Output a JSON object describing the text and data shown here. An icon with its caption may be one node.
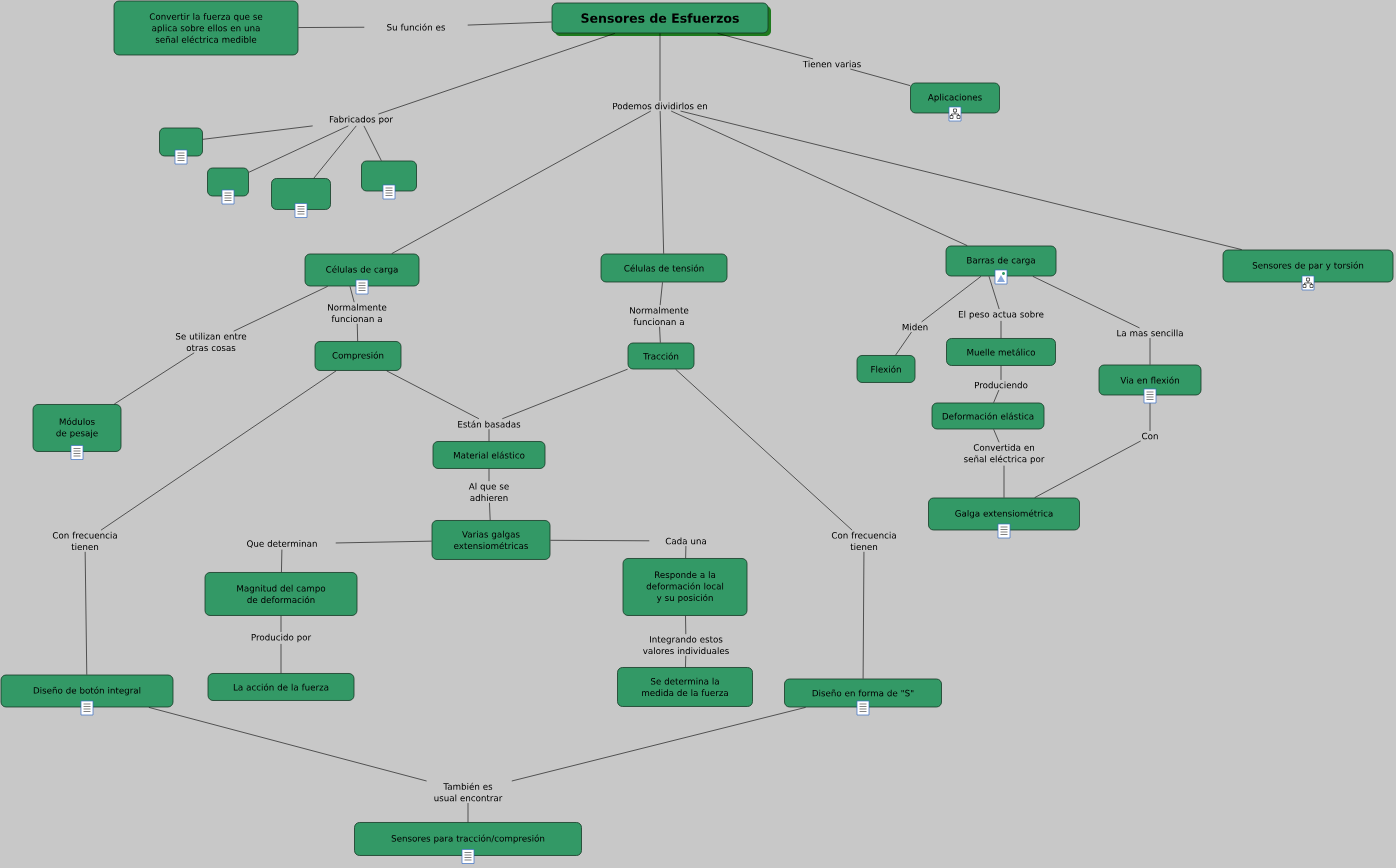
{
  "diagram": {
    "nodes": [
      {
        "text": [
          "Sensores de Esfuerzos"
        ]
      },
      {
        "text": [
          "Convertir la fuerza que se aplica sobre ellos en una señal eléctrica medible"
        ]
      },
      {
        "text": [
          "Su función es"
        ]
      },
      {
        "text": [
          "Tienen varias"
        ]
      },
      {
        "text": [
          "Aplicaciones"
        ]
      },
      {
        "text": [
          "Fabricados por"
        ]
      },
      {
        "text": [
          "Podemos dividirlos en"
        ]
      },
      {
        "text": [],
        "shape": "box"
      },
      {
        "text": [],
        "shape": "box"
      },
      {
        "text": [],
        "shape": "box"
      },
      {
        "text": [],
        "shape": "box"
      },
      {
        "text": [
          "Células de carga"
        ]
      },
      {
        "text": [
          "Células de tensión"
        ]
      },
      {
        "text": [
          "Barras de carga"
        ]
      },
      {
        "text": [
          "Sensores de par y torsión"
        ]
      },
      {
        "text": [
          "Normalmente funcionan a"
        ]
      },
      {
        "text": [
          "Se utilizan entre otras cosas"
        ]
      },
      {
        "text": [
          "Normalmente funcionan a"
        ]
      },
      {
        "text": [
          "Miden"
        ]
      },
      {
        "text": [
          "El peso actua sobre"
        ]
      },
      {
        "text": [
          "La mas sencilla"
        ]
      },
      {
        "text": [
          "Compresión"
        ]
      },
      {
        "text": [
          "Tracción"
        ]
      },
      {
        "text": [
          "Flexión"
        ]
      },
      {
        "text": [
          "Muelle metálico"
        ]
      },
      {
        "text": [
          "Via en flexión"
        ]
      },
      {
        "text": [
          "Módulos de pesaje"
        ]
      },
      {
        "text": [
          "Produciendo"
        ]
      },
      {
        "text": [
          "Deformación elástica"
        ]
      },
      {
        "text": [
          "Están basadas"
        ]
      },
      {
        "text": [
          "Material elástico"
        ]
      },
      {
        "text": [
          "Con"
        ]
      },
      {
        "text": [
          "Convertida en señal eléctrica por"
        ]
      },
      {
        "text": [
          "Al que se adhieren"
        ]
      },
      {
        "text": [
          "Galga extensiométrica"
        ]
      },
      {
        "text": [
          "Varias galgas extensiométricas"
        ]
      },
      {
        "text": [
          "Con frecuencia tienen"
        ]
      },
      {
        "text": [
          "Que determinan"
        ]
      },
      {
        "text": [
          "Cada una"
        ]
      },
      {
        "text": [
          "Con frecuencia tienen"
        ]
      },
      {
        "text": [
          "Magnitud del campo de deformación"
        ]
      },
      {
        "text": [
          "Responde a la deformación local y su posición"
        ]
      },
      {
        "text": [
          "Producido por"
        ]
      },
      {
        "text": [
          "Integrando estos valores individuales"
        ]
      },
      {
        "text": [
          "Diseño de botón integral"
        ]
      },
      {
        "text": [
          "La acción de la fuerza"
        ]
      },
      {
        "text": [
          "Se determina la medida de la fuerza"
        ]
      },
      {
        "text": [
          "Diseño en forma de \"S\""
        ]
      },
      {
        "text": [
          "También es usual encontrar"
        ]
      },
      {
        "text": [
          "Sensores para tracción/compresión"
        ]
      }
    ],
    "edges": [
      {
        "from": 0,
        "to": 2,
        "arrow": "none"
      },
      {
        "from": 2,
        "to": 1,
        "arrow": "none"
      },
      {
        "from": 0,
        "to": 3,
        "arrow": "none"
      },
      {
        "from": 3,
        "to": 4,
        "arrow": "none"
      },
      {
        "from": 0,
        "to": 5,
        "arrow": "none"
      },
      {
        "from": 5,
        "to": 7,
        "arrow": "none"
      },
      {
        "from": 5,
        "to": 8,
        "arrow": "none"
      },
      {
        "from": 5,
        "to": 9,
        "arrow": "none"
      },
      {
        "from": 5,
        "to": 10,
        "arrow": "none"
      },
      {
        "from": 0,
        "to": 6,
        "arrow": "none"
      },
      {
        "from": 6,
        "to": 11,
        "arrow": "none"
      },
      {
        "from": 6,
        "to": 12,
        "arrow": "none"
      },
      {
        "from": 6,
        "to": 13,
        "arrow": "none"
      },
      {
        "from": 6,
        "to": 14,
        "arrow": "none"
      },
      {
        "from": 11,
        "to": 15,
        "arrow": "none"
      },
      {
        "from": 15,
        "to": 21,
        "arrow": "none"
      },
      {
        "from": 11,
        "to": 16,
        "arrow": "none"
      },
      {
        "from": 16,
        "to": 26,
        "arrow": "none"
      },
      {
        "from": 12,
        "to": 17,
        "arrow": "none"
      },
      {
        "from": 17,
        "to": 22,
        "arrow": "none"
      },
      {
        "from": 13,
        "to": 18,
        "arrow": "none"
      },
      {
        "from": 18,
        "to": 23,
        "arrow": "none"
      },
      {
        "from": 13,
        "to": 19,
        "arrow": "none"
      },
      {
        "from": 19,
        "to": 24,
        "arrow": "none"
      },
      {
        "from": 13,
        "to": 20,
        "arrow": "none"
      },
      {
        "from": 20,
        "to": 25,
        "arrow": "none"
      },
      {
        "from": 24,
        "to": 27,
        "arrow": "none"
      },
      {
        "from": 27,
        "to": 28,
        "arrow": "none"
      },
      {
        "from": 28,
        "to": 32,
        "arrow": "none"
      },
      {
        "from": 32,
        "to": 34,
        "arrow": "none"
      },
      {
        "from": 25,
        "to": 31,
        "arrow": "none"
      },
      {
        "from": 31,
        "to": 34,
        "arrow": "none"
      },
      {
        "from": 21,
        "to": 29,
        "arrow": "none"
      },
      {
        "from": 22,
        "to": 29,
        "arrow": "none"
      },
      {
        "from": 29,
        "to": 30,
        "arrow": "none"
      },
      {
        "from": 30,
        "to": 33,
        "arrow": "none"
      },
      {
        "from": 33,
        "to": 35,
        "arrow": "none"
      },
      {
        "from": 21,
        "to": 36,
        "arrow": "none"
      },
      {
        "from": 36,
        "to": 44,
        "arrow": "none"
      },
      {
        "from": 22,
        "to": 39,
        "arrow": "none"
      },
      {
        "from": 39,
        "to": 47,
        "arrow": "none"
      },
      {
        "from": 35,
        "to": 37,
        "arrow": "none"
      },
      {
        "from": 37,
        "to": 40,
        "arrow": "none"
      },
      {
        "from": 35,
        "to": 38,
        "arrow": "none"
      },
      {
        "from": 38,
        "to": 41,
        "arrow": "none"
      },
      {
        "from": 40,
        "to": 42,
        "arrow": "none"
      },
      {
        "from": 42,
        "to": 45,
        "arrow": "none"
      },
      {
        "from": 41,
        "to": 43,
        "arrow": "none"
      },
      {
        "from": 43,
        "to": 46,
        "arrow": "none"
      },
      {
        "from": 44,
        "to": 48,
        "arrow": "none"
      },
      {
        "from": 47,
        "to": 48,
        "arrow": "none"
      },
      {
        "from": 48,
        "to": 49,
        "arrow": "none"
      }
    ]
  }
}
